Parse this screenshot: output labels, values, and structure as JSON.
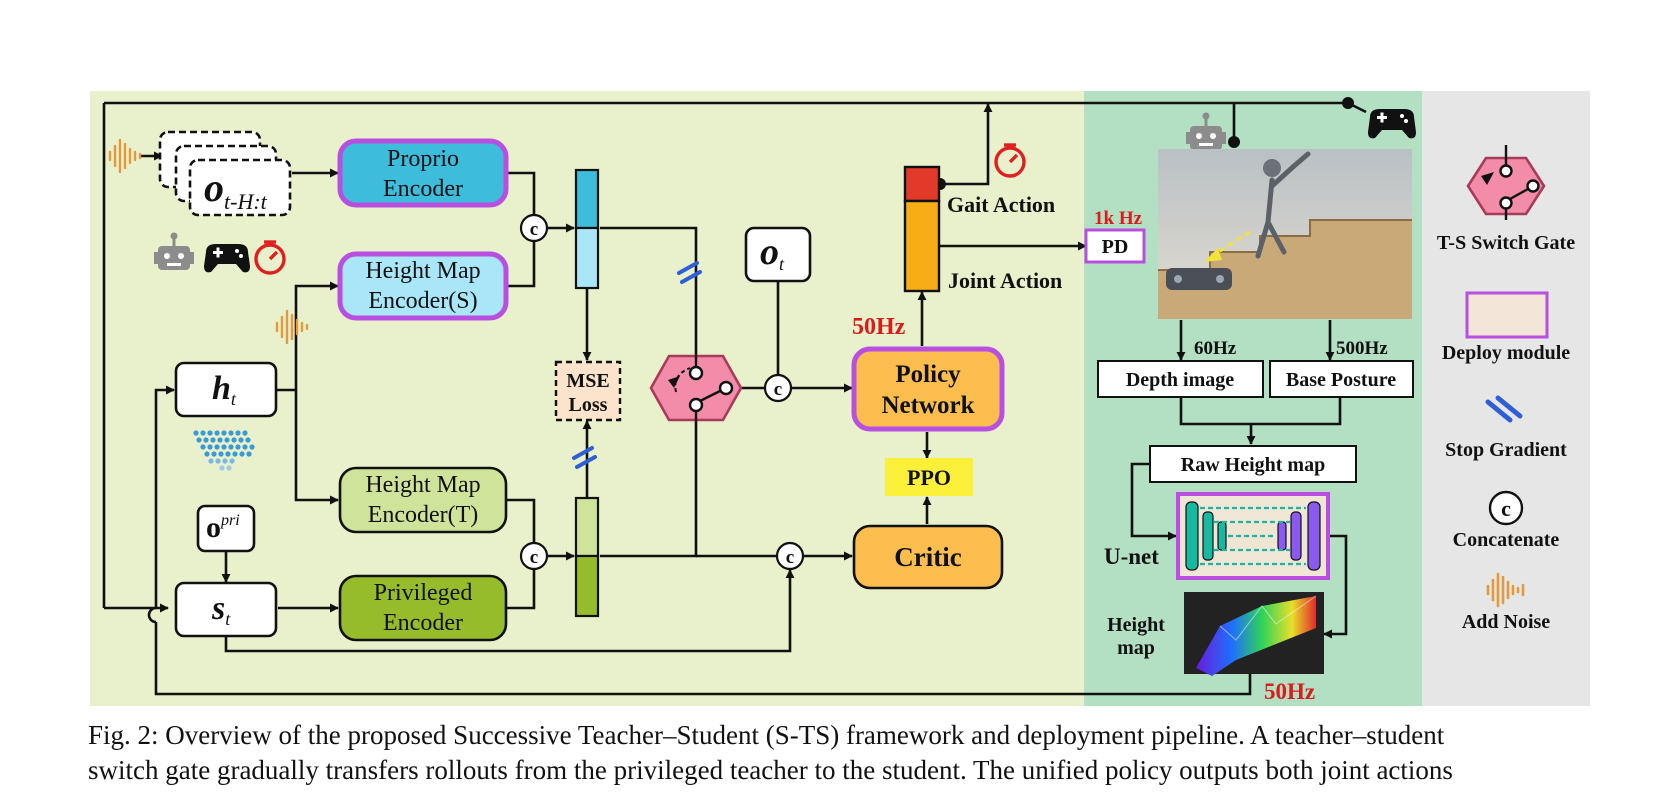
{
  "diagram": {
    "inputs": {
      "obs_history_base": "o",
      "obs_history_sub": "t-H:t",
      "height_scan_base": "h",
      "height_scan_sub": "t",
      "privileged_obs_base": "o",
      "privileged_obs_sup": "pri",
      "state_base": "s",
      "state_sub": "t",
      "current_obs_base": "o",
      "current_obs_sub": "t"
    },
    "encoders": {
      "proprio_line1": "Proprio",
      "proprio_line2": "Encoder",
      "height_student_line1": "Height Map",
      "height_student_line2": "Encoder(S)",
      "height_teacher_line1": "Height Map",
      "height_teacher_line2": "Encoder(T)",
      "privileged_line1": "Privileged",
      "privileged_line2": "Encoder"
    },
    "training": {
      "mse_line1": "MSE",
      "mse_line2": "Loss",
      "policy_line1": "Policy",
      "policy_line2": "Network",
      "ppo": "PPO",
      "critic": "Critic",
      "policy_rate": "50Hz",
      "gait_action": "Gait Action",
      "joint_action": "Joint Action",
      "concat_symbol": "c"
    },
    "deployment": {
      "pd_rate": "1k Hz",
      "pd": "PD",
      "depth_rate": "60Hz",
      "posture_rate": "500Hz",
      "depth_image": "Depth image",
      "base_posture": "Base Posture",
      "raw_height_map": "Raw Height map",
      "unet": "U-net",
      "height_map_line1": "Height",
      "height_map_line2": "map",
      "height_map_rate": "50Hz"
    },
    "legend": {
      "switch_gate": "T-S Switch Gate",
      "deploy_module": "Deploy module",
      "stop_gradient": "Stop Gradient",
      "concat_symbol": "c",
      "concatenate": "Concatenate",
      "add_noise": "Add Noise"
    },
    "colors": {
      "training_bg": "#e9f0cc",
      "deploy_bg": "#b3dfc3",
      "legend_bg": "#e6e6e6",
      "proprio_encoder": "#3dbcdc",
      "height_encoder_student": "#a9e6f7",
      "height_encoder_teacher": "#cfe39b",
      "privileged_encoder": "#96bc2c",
      "policy_network": "#fbbe4e",
      "critic": "#fbbe4e",
      "ppo": "#faf03a",
      "deploy_border": "#b94fe0",
      "switch_gate": "#f28ca8",
      "mse_loss": "#fbe3cc",
      "rate_red": "#d91c1c",
      "stop_gradient": "#2f5fd6",
      "noise": "#e39a3c"
    }
  },
  "caption": {
    "line1": "Fig. 2: Overview of the proposed Successive Teacher–Student (S-TS) framework and deployment pipeline. A teacher–student",
    "line2": "switch gate gradually transfers rollouts from the privileged teacher to the student. The unified policy outputs both joint actions"
  }
}
